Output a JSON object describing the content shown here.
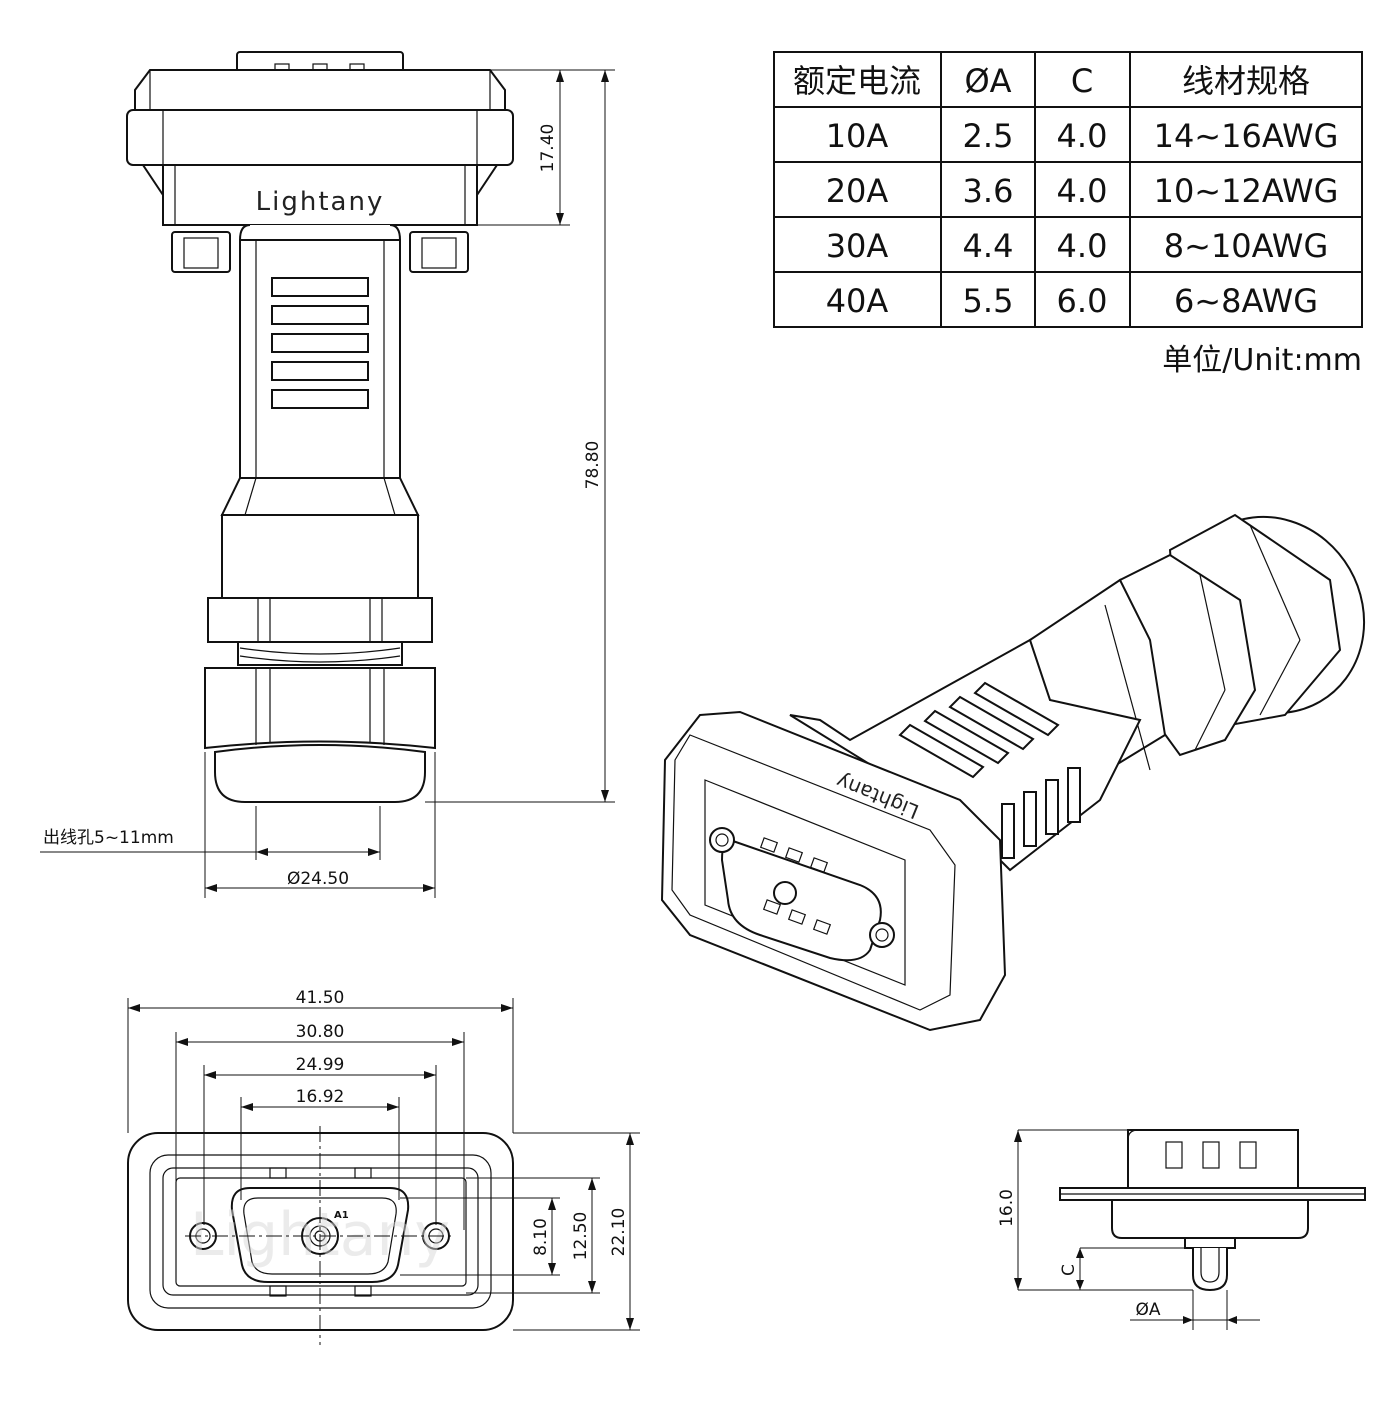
{
  "brand": "Lightany",
  "pin_label": "A1",
  "spec_table": {
    "headers": [
      "额定电流",
      "ØA",
      "C",
      "线材规格"
    ],
    "rows": [
      [
        "10A",
        "2.5",
        "4.0",
        "14~16AWG"
      ],
      [
        "20A",
        "3.6",
        "4.0",
        "10~12AWG"
      ],
      [
        "30A",
        "4.4",
        "4.0",
        "8~10AWG"
      ],
      [
        "40A",
        "5.5",
        "6.0",
        "6~8AWG"
      ]
    ],
    "unit_note": "单位/Unit:mm"
  },
  "side_view_dims": {
    "top_height": "17.40",
    "total_length": "78.80",
    "cable_hole": "出线孔5~11mm",
    "nut_diameter": "Ø24.50"
  },
  "front_view_dims": {
    "width_outer": "41.50",
    "width_mount": "30.80",
    "width_shell": "24.99",
    "width_inner": "16.92",
    "height_inner": "8.10",
    "height_shell": "12.50",
    "height_outer": "22.10"
  },
  "pin_detail_dims": {
    "height": "16.0",
    "c_label": "C",
    "a_label": "ØA"
  }
}
